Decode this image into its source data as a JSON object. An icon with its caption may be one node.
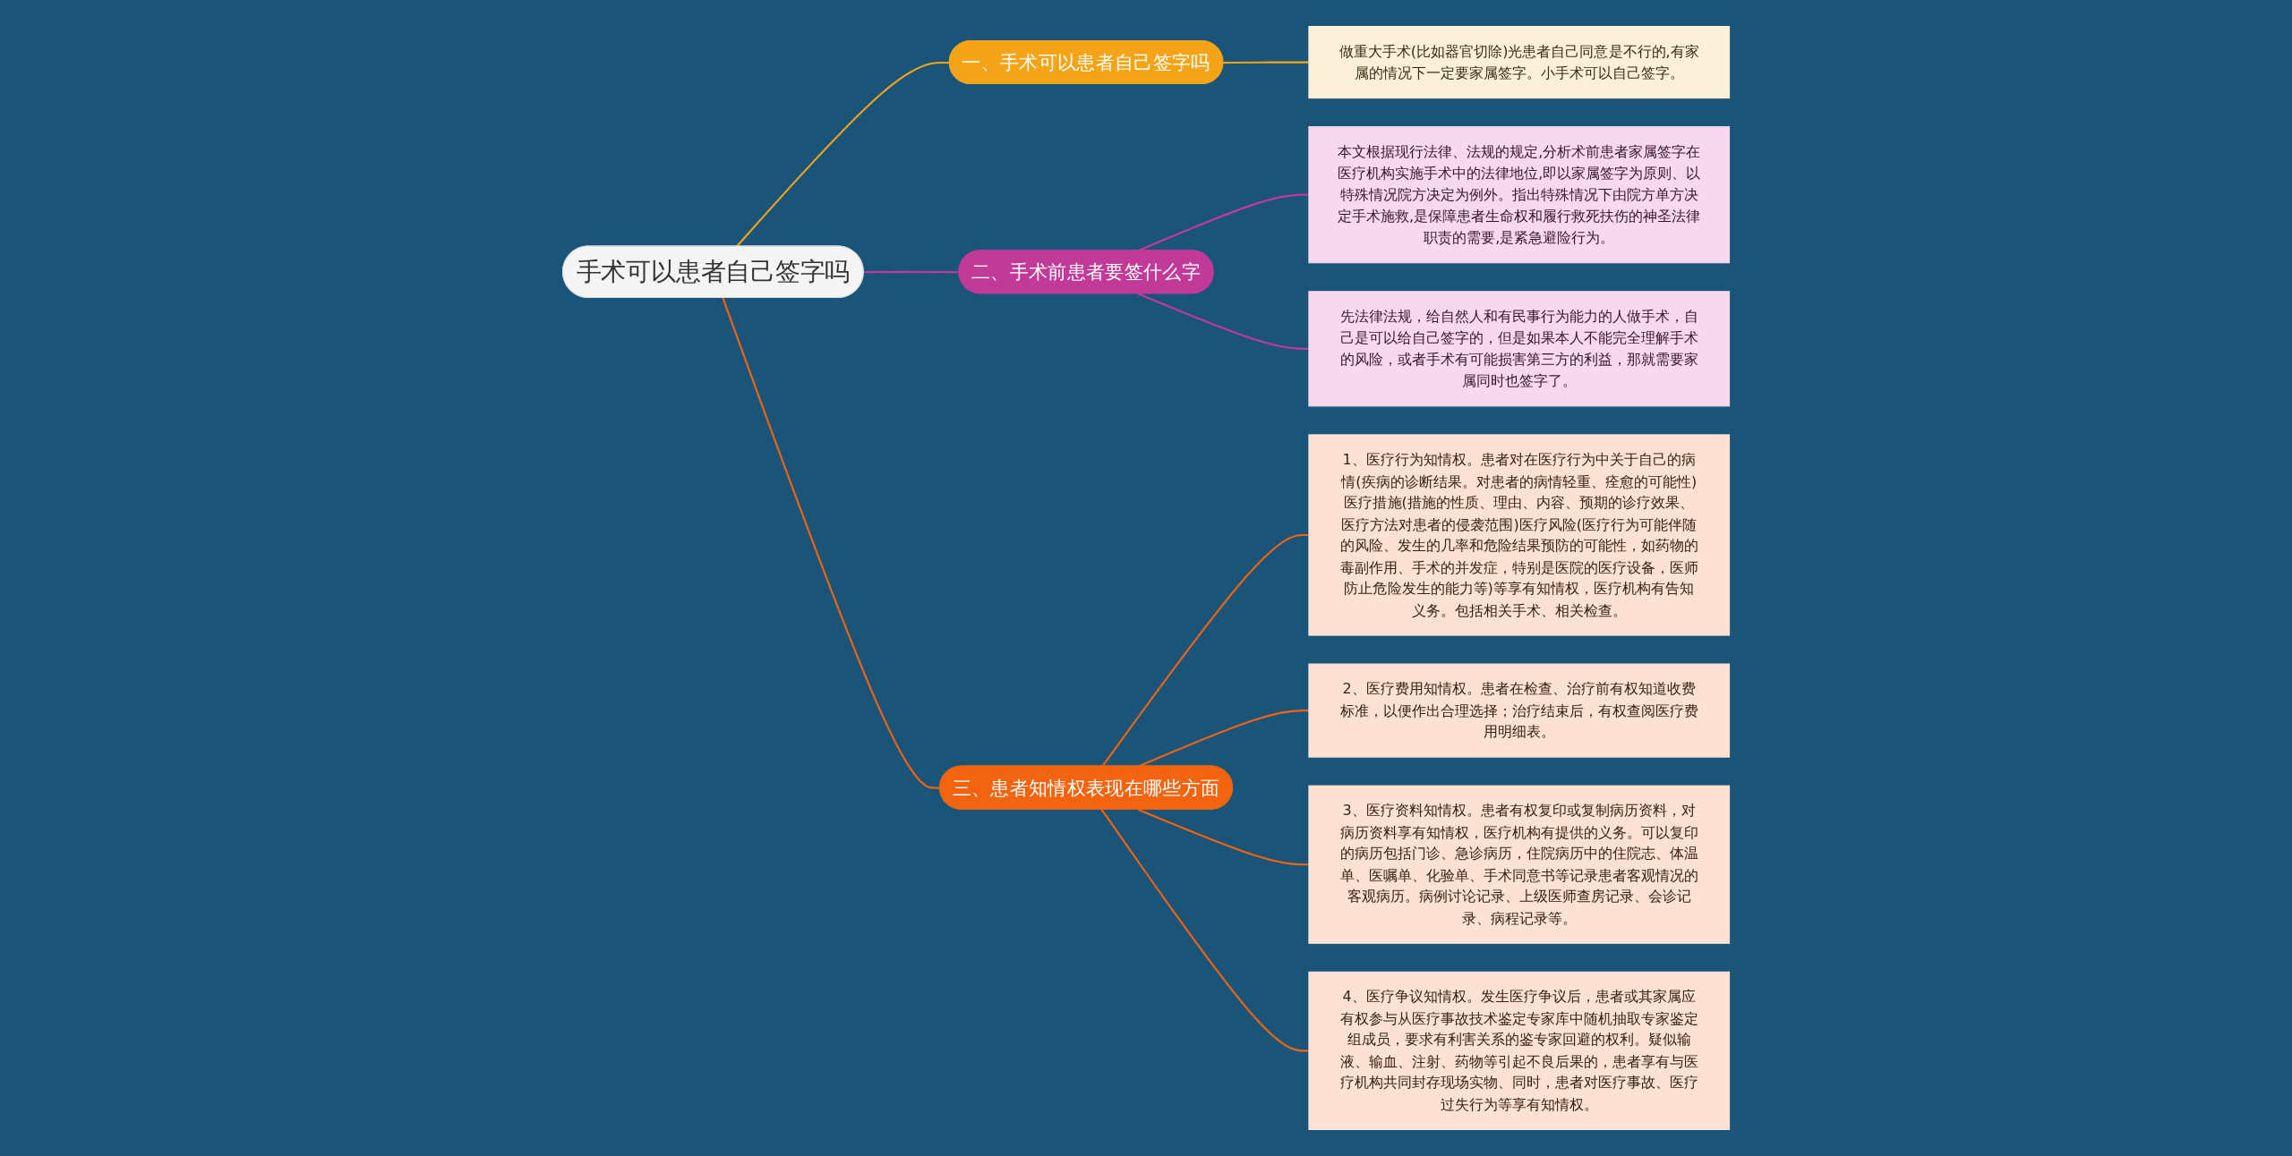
{
  "diagram": {
    "nodes": [
      {
        "text": [
          "手术可以患者自己签字吗"
        ]
      },
      {
        "text": [
          "一、手术可以患者自己签字吗"
        ]
      },
      {
        "text": [
          "做重大手术(比如器官切除)光患者自己同意是不行的,有家属的情况下一定要家属签字。小手术可以自己签字。"
        ]
      },
      {
        "text": [
          "二、手术前患者要签什么字"
        ]
      },
      {
        "text": [
          "本文根据现行法律、法规的规定,分析术前患者家属签字在医疗机构实施手术中的法律地位,即以家属签字为原则、以特殊情况院方决定为例外。指出特殊情况下由院方单方决定手术施救,是保障患者生命权和履行救死扶伤的神圣法律职责的需要,是紧急避险行为。"
        ]
      },
      {
        "text": [
          "先法律法规，给自然人和有民事行为能力的人做手术，自己是可以给自己签字的，但是如果本人不能完全理解手术的风险，或者手术有可能损害第三方的利益，那就需要家属同时也签字了。"
        ]
      },
      {
        "text": [
          "三、患者知情权表现在哪些方面"
        ]
      },
      {
        "text": [
          "1、医疗行为知情权。患者对在医疗行为中关于自己的病情(疾病的诊断结果。对患者的病情轻重、痊愈的可能性)医疗措施(措施的性质、理由、内容、预期的诊疗效果、医疗方法对患者的侵袭范围)医疗风险(医疗行为可能伴随的风险、发生的几率和危险结果预防的可能性，如药物的毒副作用、手术的并发症，特别是医院的医疗设备，医师防止危险发生的能力等)等享有知情权，医疗机构有告知义务。包括相关手术、相关检查。"
        ]
      },
      {
        "text": [
          "2、医疗费用知情权。患者在检查、治疗前有权知道收费标准，以便作出合理选择；治疗结束后，有权查阅医疗费用明细表。"
        ]
      },
      {
        "text": [
          "3、医疗资料知情权。患者有权复印或复制病历资料，对病历资料享有知情权，医疗机构有提供的义务。可以复印的病历包括门诊、急诊病历，住院病历中的住院志、体温单、医嘱单、化验单、手术同意书等记录患者客观情况的客观病历。病例讨论记录、上级医师查房记录、会诊记录、病程记录等。"
        ]
      },
      {
        "text": [
          "4、医疗争议知情权。发生医疗争议后，患者或其家属应有权参与从医疗事故技术鉴定专家库中随机抽取专家鉴定组成员，要求有利害关系的鉴专家回避的权利。疑似输液、输血、注射、药物等引起不良后果的，患者享有与医疗机构共同封存现场实物、同时，患者对医疗事故、医疗过失行为等享有知情权。"
        ]
      }
    ],
    "edges": [
      {
        "from": 0,
        "to": 1,
        "arrow": "none",
        "color": "#f5a418"
      },
      {
        "from": 1,
        "to": 2,
        "arrow": "none",
        "color": "#f5a418"
      },
      {
        "from": 0,
        "to": 3,
        "arrow": "none",
        "color": "#c23a98"
      },
      {
        "from": 3,
        "to": 4,
        "arrow": "none",
        "color": "#c23a98"
      },
      {
        "from": 3,
        "to": 5,
        "arrow": "none",
        "color": "#c23a98"
      },
      {
        "from": 0,
        "to": 6,
        "arrow": "none",
        "color": "#f2640f"
      },
      {
        "from": 6,
        "to": 7,
        "arrow": "none",
        "color": "#f2640f"
      },
      {
        "from": 6,
        "to": 8,
        "arrow": "none",
        "color": "#f2640f"
      },
      {
        "from": 6,
        "to": 9,
        "arrow": "none",
        "color": "#f2640f"
      },
      {
        "from": 6,
        "to": 10,
        "arrow": "none",
        "color": "#f2640f"
      }
    ]
  }
}
